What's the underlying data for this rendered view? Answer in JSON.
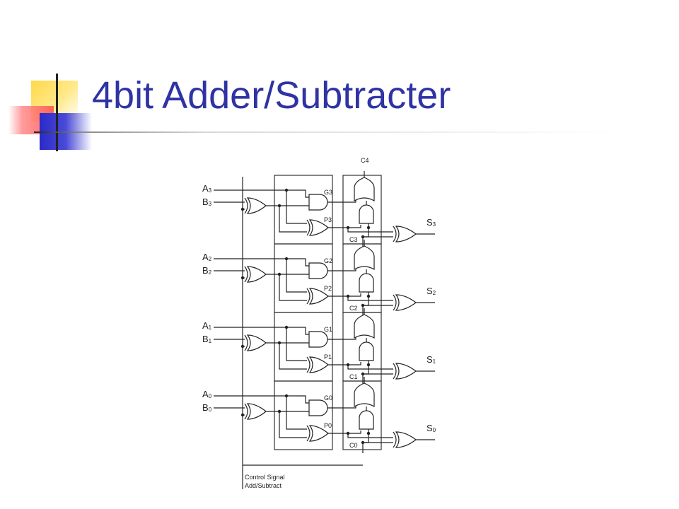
{
  "slide": {
    "title": "4bit Adder/Subtracter"
  },
  "diagram": {
    "bits": [
      {
        "a": "A",
        "b": "B",
        "s": "S",
        "idx": "3",
        "g": "G3",
        "p": "P3",
        "c": "C3"
      },
      {
        "a": "A",
        "b": "B",
        "s": "S",
        "idx": "2",
        "g": "G2",
        "p": "P2",
        "c": "C2"
      },
      {
        "a": "A",
        "b": "B",
        "s": "S",
        "idx": "1",
        "g": "G1",
        "p": "P1",
        "c": "C1"
      },
      {
        "a": "A",
        "b": "B",
        "s": "S",
        "idx": "0",
        "g": "G0",
        "p": "P0",
        "c": "C0"
      }
    ],
    "carry_out": "C4",
    "control_line1": "Control Signal",
    "control_line2": "Add/Subtract"
  },
  "colors": {
    "title": "#2f33a3",
    "wire": "#222222",
    "block_border": "#333333"
  }
}
